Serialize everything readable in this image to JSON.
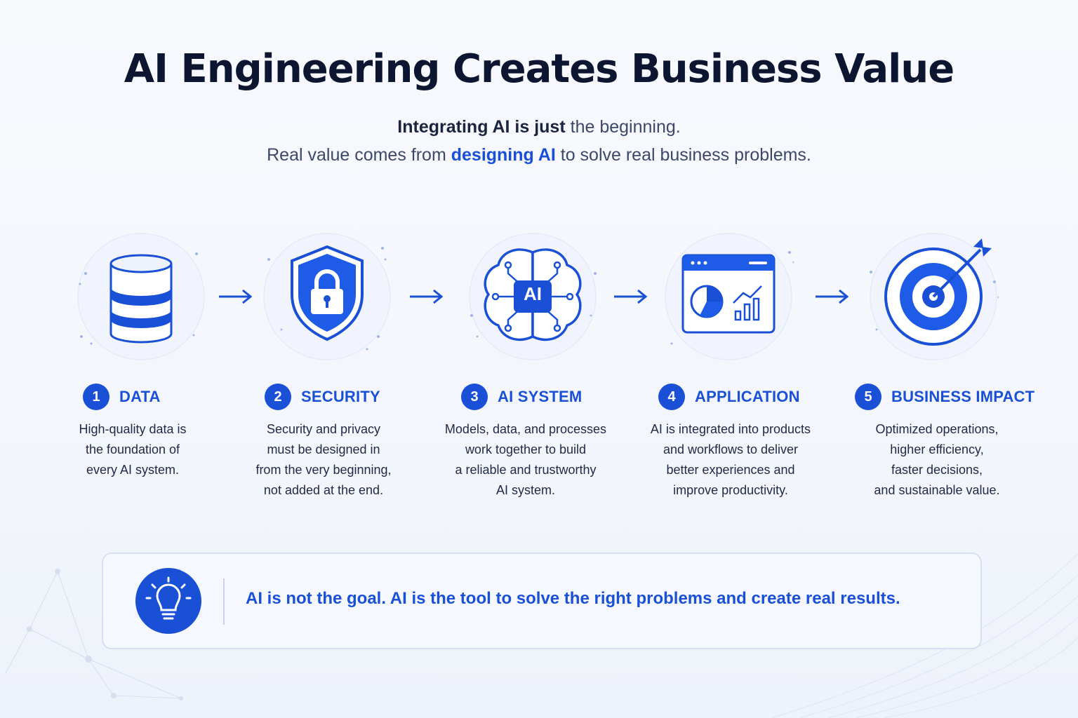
{
  "title": "AI Engineering Creates Business Value",
  "subtitle": {
    "line1_emphasis": "Integrating AI is just",
    "line1_rest": " the beginning.",
    "line2_prefix": "Real value comes from ",
    "line2_highlight": "designing AI",
    "line2_suffix": " to solve real business problems."
  },
  "steps": [
    {
      "number": "1",
      "title": "DATA",
      "icon": "database-icon",
      "description": [
        "High-quality data is",
        "the foundation of",
        "every AI system."
      ]
    },
    {
      "number": "2",
      "title": "SECURITY",
      "icon": "shield-lock-icon",
      "description": [
        "Security and privacy",
        "must be designed in",
        "from the very beginning,",
        "not added at the end."
      ]
    },
    {
      "number": "3",
      "title": "AI SYSTEM",
      "icon": "ai-brain-icon",
      "icon_label": "AI",
      "description": [
        "Models, data, and processes",
        "work together to build",
        "a reliable and trustworthy",
        "AI system."
      ]
    },
    {
      "number": "4",
      "title": "APPLICATION",
      "icon": "dashboard-window-icon",
      "description": [
        "AI is integrated into products",
        "and workflows to deliver",
        "better experiences and",
        "improve productivity."
      ]
    },
    {
      "number": "5",
      "title": "BUSINESS IMPACT",
      "icon": "target-icon",
      "description": [
        "Optimized operations,",
        "higher efficiency,",
        "faster decisions,",
        "and sustainable value."
      ]
    }
  ],
  "banner": {
    "icon": "lightbulb-icon",
    "text": "AI is not the goal. AI is the tool to solve the right problems and create real results."
  },
  "colors": {
    "accent": "#1a50d6",
    "title": "#0c1630",
    "text": "#1f2945",
    "muted": "#3c4868"
  }
}
